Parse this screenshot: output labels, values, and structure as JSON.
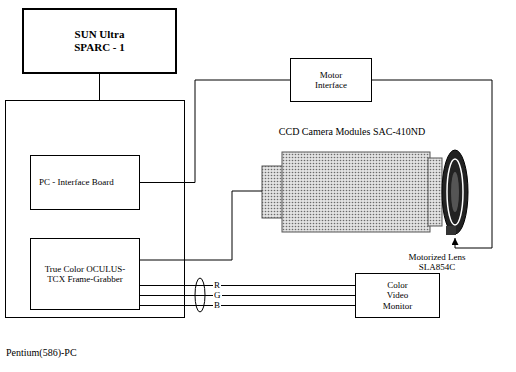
{
  "diagram": {
    "nodes": [
      {
        "text": [
          "SUN Ultra SPARC - 1"
        ]
      },
      {
        "text": [
          "Pentium(586)-PC"
        ]
      },
      {
        "text": [
          "PC - Interface Board"
        ],
        "in": 1
      },
      {
        "text": [
          "True Color OCULUS-TCX Frame-Grabber"
        ],
        "in": 1
      },
      {
        "text": [
          "Motor Interface"
        ]
      },
      {
        "text": [
          "CCD Camera Modules SAC-410ND"
        ]
      },
      {
        "text": [
          "Motorized Lens SLA854C"
        ]
      },
      {
        "text": [
          "Color Video Monitor"
        ]
      }
    ],
    "edges": [
      {
        "from": 0,
        "to": 1,
        "arrow": "none"
      },
      {
        "from": 2,
        "to": 4,
        "arrow": "none"
      },
      {
        "from": 4,
        "to": 6,
        "arrow": "to"
      },
      {
        "from": 3,
        "to": 5,
        "arrow": "none"
      },
      {
        "from": 3,
        "to": 7,
        "arrow": "none"
      }
    ],
    "labels": [
      "R",
      "G",
      "B"
    ]
  }
}
